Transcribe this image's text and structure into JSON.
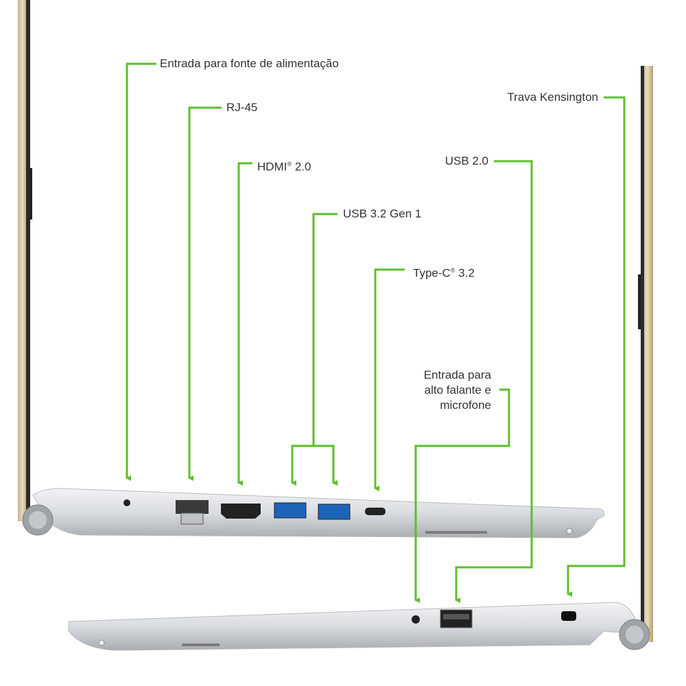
{
  "accent_color": "#5cbf2a",
  "labels": {
    "power": "Entrada para fonte de alimentação",
    "rj45": "RJ-45",
    "hdmi_name": "HDMI",
    "hdmi_sup": "®",
    "hdmi_ver": " 2.0",
    "usb32": "USB 3.2 Gen 1",
    "typec_name": "Type-C",
    "typec_sup": "®",
    "typec_ver": " 3.2",
    "audio_line1": "Entrada para",
    "audio_line2": "alto falante e",
    "audio_line3": "microfone",
    "usb20": "USB 2.0",
    "kensington": "Trava Kensington"
  }
}
